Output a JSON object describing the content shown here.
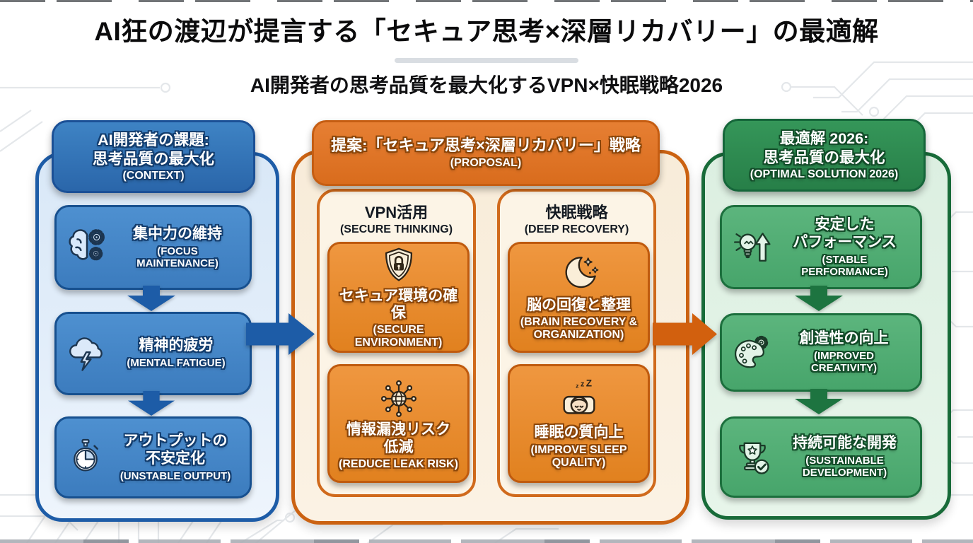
{
  "title": "AI狂の渡辺が提言する「セキュア思考×深層リカバリー」の最適解",
  "subtitle": "AI開発者の思考品質を最大化するVPN×快眠戦略2026",
  "colors": {
    "blue_accent": "#1d5ca7",
    "orange_accent": "#d2600e",
    "green_accent": "#1d7440",
    "background": "#ffffff"
  },
  "context": {
    "header_line1": "AI開発者の課題:",
    "header_line2": "思考品質の最大化",
    "header_sub": "(CONTEXT)",
    "items": [
      {
        "icon": "brain-gears-icon",
        "jp": "集中力の維持",
        "en": "(FOCUS\nMAINTENANCE)"
      },
      {
        "icon": "storm-cloud-icon",
        "jp": "精神的疲労",
        "en": "(MENTAL FATIGUE)"
      },
      {
        "icon": "stopwatch-icon",
        "jp": "アウトプットの\n不安定化",
        "en": "(UNSTABLE OUTPUT)"
      }
    ]
  },
  "proposal": {
    "header_line1": "提案:「セキュア思考×深層リカバリー」戦略",
    "header_sub": "(PROPOSAL)",
    "groups": [
      {
        "title_jp": "VPN活用",
        "title_en": "(SECURE THINKING)",
        "items": [
          {
            "icon": "shield-lock-icon",
            "jp": "セキュア環境の確保",
            "en": "(SECURE\nENVIRONMENT)"
          },
          {
            "icon": "globe-network-icon",
            "jp": "情報漏洩リスク\n低減",
            "en": "(REDUCE LEAK RISK)"
          }
        ]
      },
      {
        "title_jp": "快眠戦略",
        "title_en": "(DEEP RECOVERY)",
        "items": [
          {
            "icon": "moon-sparkles-icon",
            "jp": "脳の回復と整理",
            "en": "(BRAIN RECOVERY &\nORGANIZATION)"
          },
          {
            "icon": "sleeping-person-icon",
            "jp": "睡眠の質向上",
            "en": "(IMPROVE SLEEP\nQUALITY)"
          }
        ]
      }
    ]
  },
  "solution": {
    "header_line1": "最適解 2026:",
    "header_line2": "思考品質の最大化",
    "header_sub": "(OPTIMAL SOLUTION 2026)",
    "items": [
      {
        "icon": "bulb-arrow-icon",
        "jp": "安定した\nパフォーマンス",
        "en": "(STABLE\nPERFORMANCE)"
      },
      {
        "icon": "palette-gear-icon",
        "jp": "創造性の向上",
        "en": "(IMPROVED\nCREATIVITY)"
      },
      {
        "icon": "trophy-check-icon",
        "jp": "持続可能な開発",
        "en": "(SUSTAINABLE\nDEVELOPMENT)"
      }
    ]
  }
}
